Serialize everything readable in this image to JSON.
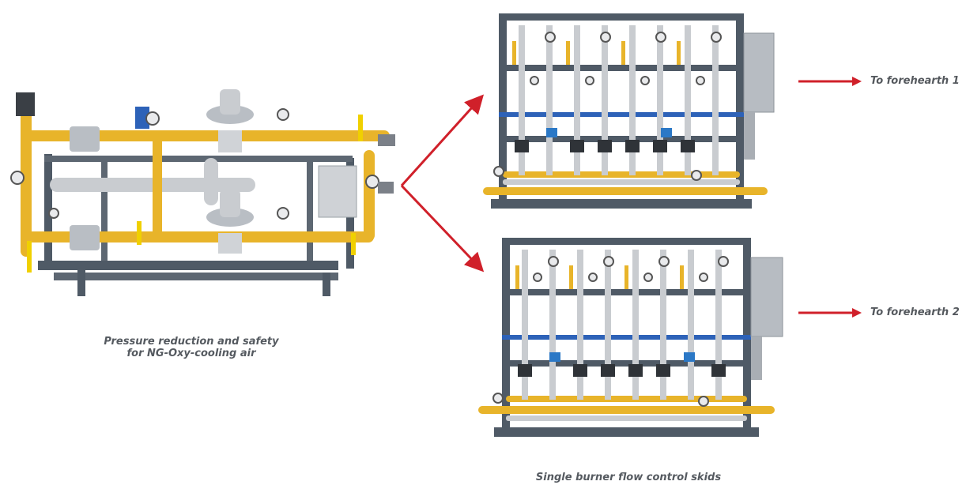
{
  "labels": {
    "reduction_line1": "Pressure reduction and safety",
    "reduction_line2": "for NG-Oxy-cooling air",
    "forehearth_1": "To forehearth 1",
    "forehearth_2": "To forehearth 2",
    "skids": "Single burner flow control skids"
  },
  "colors": {
    "arrow": "#d0202a",
    "pipe_yellow": "#e8b42a",
    "frame_gray": "#4f5a66",
    "steel": "#c9ccd0",
    "blue_pipe": "#2d62b8",
    "text": "#555a60"
  }
}
